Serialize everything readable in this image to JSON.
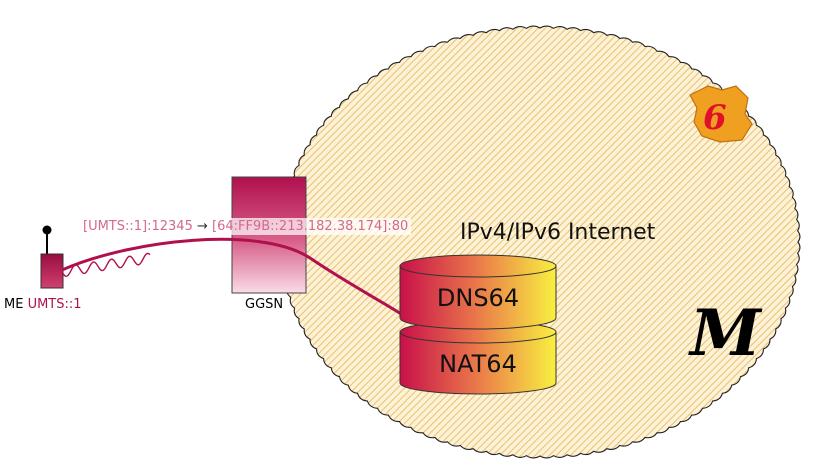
{
  "labels": {
    "me_prefix": "ME",
    "me_address": "UMTS::1",
    "ggsn": "GGSN",
    "packet_source": "[UMTS::1]:12345",
    "packet_arrow": "→",
    "packet_destination": "[64:FF9B::213.182.38.174]:80",
    "internet": "IPv4/IPv6 Internet",
    "dns64": "DNS64",
    "nat64": "NAT64",
    "logo_g6": "6",
    "logo_lemonde": "M"
  },
  "colors": {
    "accent": "#b0104e",
    "packet_text": "#d4688f",
    "cloud_hatch": "#e8b84a",
    "cylinder_left": "#c8104a",
    "cylinder_right": "#f8f040"
  },
  "icons": {
    "antenna": "antenna-icon",
    "g6_logo": "g6-france-logo",
    "lemonde_logo": "le-monde-blackletter-logo"
  }
}
